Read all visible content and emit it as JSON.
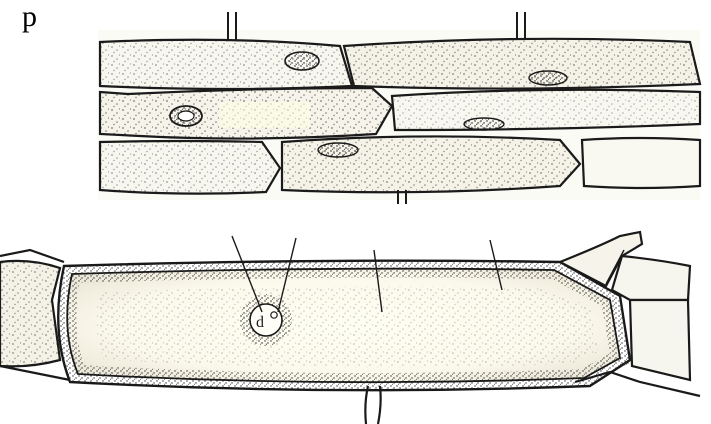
{
  "image": {
    "caption_fragment": "p",
    "colors": {
      "ink": "#1a1a1a",
      "paper": "#ffffff",
      "cell_fill_upper": "#f7f6ef",
      "cell_fill_lower": "#fbfaf3",
      "highlight": "#fffde4"
    }
  },
  "panels": [
    {
      "name": "upper-panel",
      "description_items": []
    },
    {
      "name": "lower-panel",
      "nucleolus_letter": "d"
    }
  ]
}
